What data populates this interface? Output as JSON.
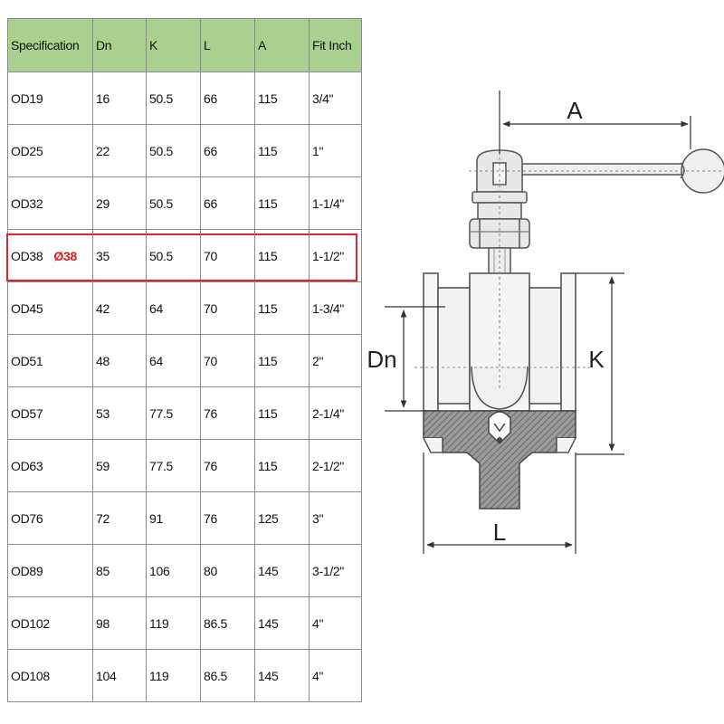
{
  "table": {
    "headers": [
      "Specification",
      "Dn",
      "K",
      "L",
      "A",
      "Fit Inch"
    ],
    "rows": [
      [
        "OD19",
        "16",
        "50.5",
        "66",
        "115",
        "3/4\""
      ],
      [
        "OD25",
        "22",
        "50.5",
        "66",
        "115",
        "1\""
      ],
      [
        "OD32",
        "29",
        "50.5",
        "66",
        "115",
        "1-1/4\""
      ],
      [
        "OD38",
        "35",
        "50.5",
        "70",
        "115",
        "1-1/2\""
      ],
      [
        "OD45",
        "42",
        "64",
        "70",
        "115",
        "1-3/4\""
      ],
      [
        "OD51",
        "48",
        "64",
        "70",
        "115",
        "2\""
      ],
      [
        "OD57",
        "53",
        "77.5",
        "76",
        "115",
        "2-1/4\""
      ],
      [
        "OD63",
        "59",
        "77.5",
        "76",
        "115",
        "2-1/2\""
      ],
      [
        "OD76",
        "72",
        "91",
        "76",
        "125",
        "3\""
      ],
      [
        "OD89",
        "85",
        "106",
        "80",
        "145",
        "3-1/2\""
      ],
      [
        "OD102",
        "98",
        "119",
        "86.5",
        "145",
        "4\""
      ],
      [
        "OD108",
        "104",
        "119",
        "86.5",
        "145",
        "4\""
      ]
    ],
    "highlighted_row": 3,
    "highlight_mark": "Ø38",
    "header_color": "#a9d08e",
    "highlight_color": "#d9262c"
  },
  "diagram": {
    "labels": {
      "a": "A",
      "dn": "Dn",
      "k": "K",
      "l": "L"
    }
  }
}
